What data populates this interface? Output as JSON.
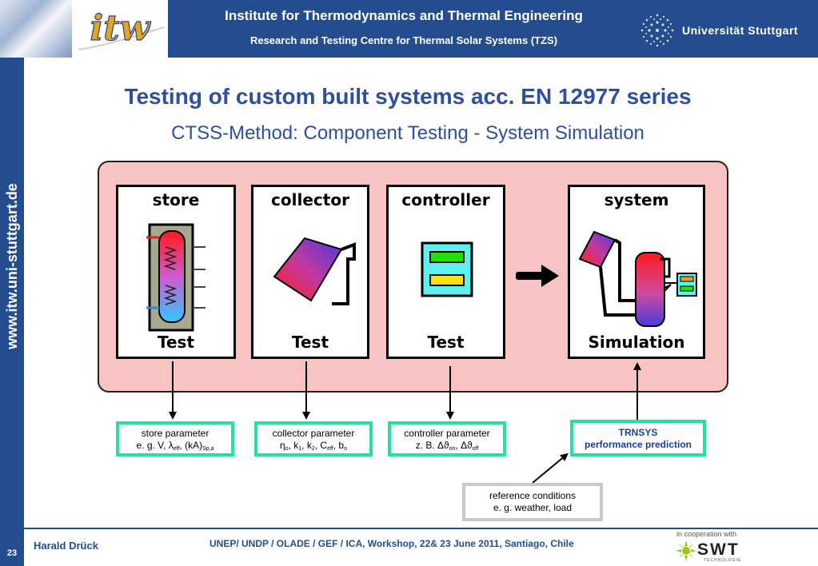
{
  "header": {
    "institute": "Institute for Thermodynamics and Thermal Engineering",
    "centre": "Research and Testing Centre for Thermal Solar Systems (TZS)",
    "logo_text": "itw",
    "university": "Universität Stuttgart"
  },
  "sidebar": {
    "url": "www.itw.uni-stuttgart.de",
    "page_number": "23"
  },
  "title": "Testing of custom built systems acc. EN 12977 series",
  "subtitle": "CTSS-Method: Component Testing - System Simulation",
  "cards": {
    "store": {
      "title": "store",
      "foot": "Test"
    },
    "collector": {
      "title": "collector",
      "foot": "Test"
    },
    "controller": {
      "title": "controller",
      "foot": "Test"
    },
    "system": {
      "title": "system",
      "foot": "Simulation"
    }
  },
  "params": {
    "store": {
      "line1": "store parameter",
      "line2_prefix": "e. g. V, ",
      "lambda": "λ",
      "eff": "eff",
      "sep1": ", (kA)",
      "spa": "Sp,a"
    },
    "collector": {
      "line1": "collector parameter",
      "eta": "η",
      "o": "o",
      "k": ", k",
      "one": "1",
      "two": "2",
      "c": ", C",
      "eff": "eff",
      "b": ", b"
    },
    "controller": {
      "line1": "controller parameter",
      "zb": "z. B. ",
      "delta": "Δϑ",
      "on": "on",
      "off": "off",
      "comma": ", "
    },
    "trnsys": {
      "line1": "TRNSYS",
      "line2": "performance prediction"
    }
  },
  "reference": {
    "line1": "reference conditions",
    "line2": "e. g. weather, load"
  },
  "footer": {
    "author": "Harald Drück",
    "event": "UNEP/ UNDP / OLADE / GEF / ICA, Workshop, 22& 23 June 2011, Santiago, Chile",
    "cooperation": "in cooperation with",
    "partner": "SWT",
    "partner_tag": "TECHNOLOGIE"
  },
  "colors": {
    "brand_blue": "#244d8f",
    "title_blue": "#2d4f9e",
    "panel_pink": "#f7c3c3",
    "param_border": "#22e39a",
    "controller_cyan": "#5ff0f0"
  }
}
